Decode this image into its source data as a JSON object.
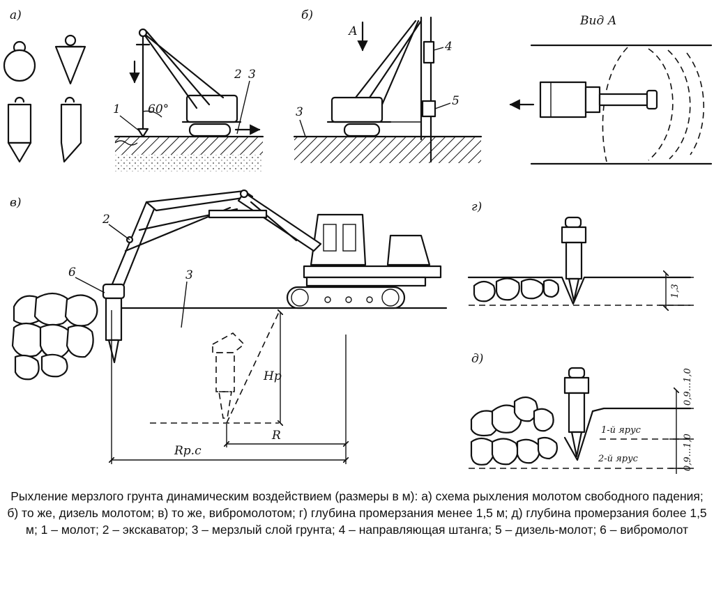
{
  "panels": {
    "a": "а)",
    "b": "б)",
    "v": "в)",
    "g": "г)",
    "d": "д)"
  },
  "view_title": "Вид  А",
  "arrow_label_A": "А",
  "numbers": {
    "n1": "1",
    "n2": "2",
    "n3": "3",
    "n4": "4",
    "n5": "5",
    "n6": "6"
  },
  "angle": "60°",
  "dimensions": {
    "Hp": "Hр",
    "R": "R",
    "Rpc": "Rр.с",
    "g_depth": "1,3",
    "d_upper": "0,9...1,0",
    "d_lower": "0,9...1,0"
  },
  "tiers": {
    "first": "1-й ярус",
    "second": "2-й ярус"
  },
  "caption": "Рыхление мерзлого грунта динамическим воздействием (размеры в м): а) схема рыхления молотом свободного падения; б) то же, дизель молотом; в) то же, вибромолотом; г) глубина промерзания менее 1,5 м; д) глубина промерзания более 1,5 м; 1 – молот; 2 – экскаватор; 3 – мерзлый слой грунта; 4 – направляющая штанга; 5 – дизель-молот; 6 – вибромолот"
}
